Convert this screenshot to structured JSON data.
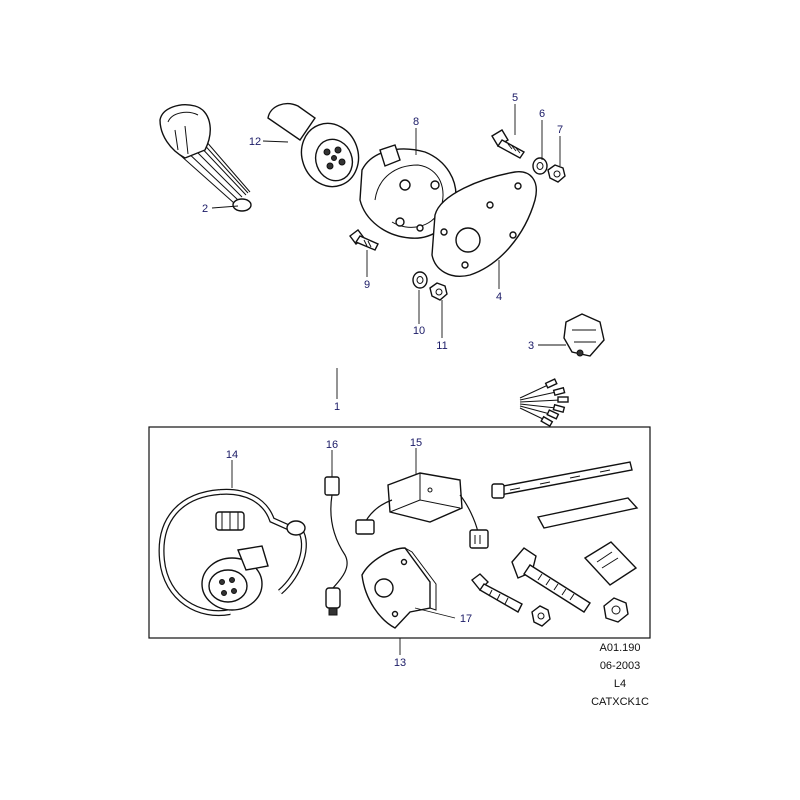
{
  "callouts": {
    "c1": "1",
    "c2": "2",
    "c3": "3",
    "c4": "4",
    "c5": "5",
    "c6": "6",
    "c7": "7",
    "c8": "8",
    "c9": "9",
    "c10": "10",
    "c11": "11",
    "c12": "12",
    "c13": "13",
    "c14": "14",
    "c15": "15",
    "c16": "16",
    "c17": "17"
  },
  "footer": {
    "ref": "A01.190",
    "date": "06-2003",
    "level": "L4",
    "code": "CATXCK1C"
  }
}
